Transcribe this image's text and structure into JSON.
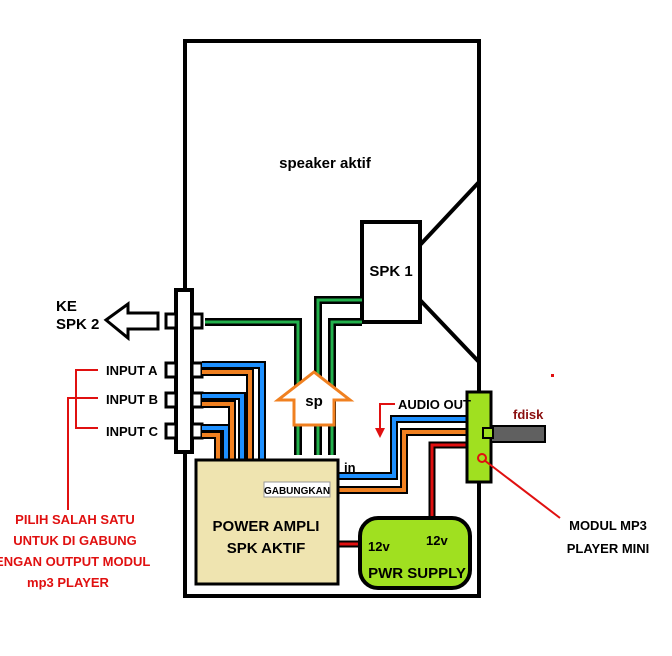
{
  "diagram": {
    "title": "speaker aktif",
    "speaker_label": "SPK 1",
    "output_label_line1": "KE",
    "output_label_line2": "SPK 2",
    "inputs": [
      "INPUT A",
      "INPUT B",
      "INPUT C"
    ],
    "note_lines": [
      "PILIH SALAH SATU",
      "UNTUK DI GABUNG",
      "DENGAN OUTPUT MODUL",
      "mp3 PLAYER"
    ],
    "arrow_label": "sp",
    "audio_out_label": "AUDIO OUT",
    "fdisk_label": "fdisk",
    "in_label": "in",
    "gabungkan_label": "GABUNGKAN",
    "amp_label_line1": "POWER AMPLI",
    "amp_label_line2": "SPK AKTIF",
    "voltage_amp": "12v",
    "voltage_psu": "12v",
    "psu_label": "PWR SUPPLY",
    "module_label_line1": "MODUL MP3",
    "module_label_line2": "PLAYER MINI"
  },
  "colors": {
    "blue_wire": "#1e90ff",
    "orange_wire": "#f08020",
    "green_wire": "#22b14c",
    "red_wire": "#e01010",
    "amp_fill": "#efe4b0",
    "psu_fill": "#a0e020",
    "module_fill": "#a0e020"
  }
}
